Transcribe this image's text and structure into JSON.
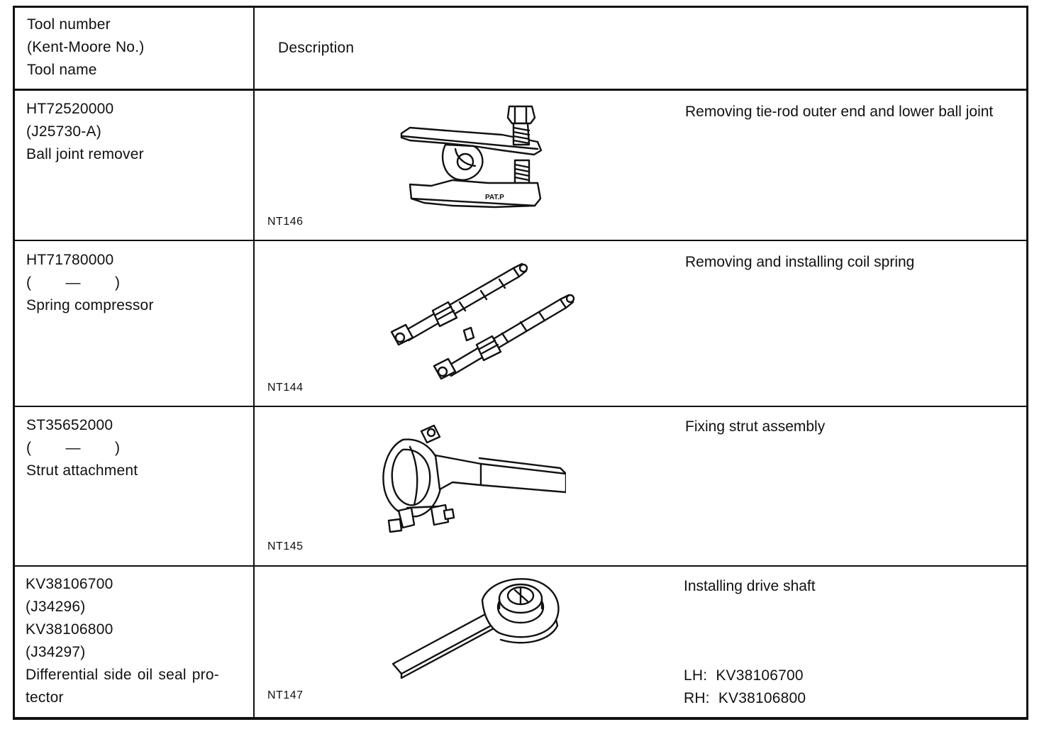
{
  "header": {
    "col1_lines": [
      "Tool number",
      "(Kent-Moore No.)",
      "Tool name"
    ],
    "col2": "Description"
  },
  "rows": [
    {
      "tool_number": "HT72520000",
      "kent_moore": "(J25730-A)",
      "tool_name": "Ball joint remover",
      "figure_code": "NT146",
      "description": "Removing tie-rod outer end and lower ball joint",
      "figure_label": "PAT.P",
      "icon": "ball-joint-remover-icon"
    },
    {
      "tool_number": "HT71780000",
      "kent_moore": "(        —        )",
      "tool_name": "Spring compressor",
      "figure_code": "NT144",
      "description": "Removing and installing coil spring",
      "icon": "spring-compressor-icon"
    },
    {
      "tool_number": "ST35652000",
      "kent_moore": "(        —        )",
      "tool_name": "Strut attachment",
      "figure_code": "NT145",
      "description": "Fixing strut assembly",
      "icon": "strut-attachment-icon"
    },
    {
      "tool_number": "KV38106700",
      "kent_moore": "(J34296)",
      "tool_number_2": "KV38106800",
      "kent_moore_2": "(J34297)",
      "tool_name_1": "Differential side oil seal pro-",
      "tool_name_2": "tector",
      "figure_code": "NT147",
      "description": "Installing drive shaft",
      "lh": "LH:  KV38106700",
      "rh": "RH:  KV38106800",
      "icon": "oil-seal-protector-icon"
    }
  ]
}
